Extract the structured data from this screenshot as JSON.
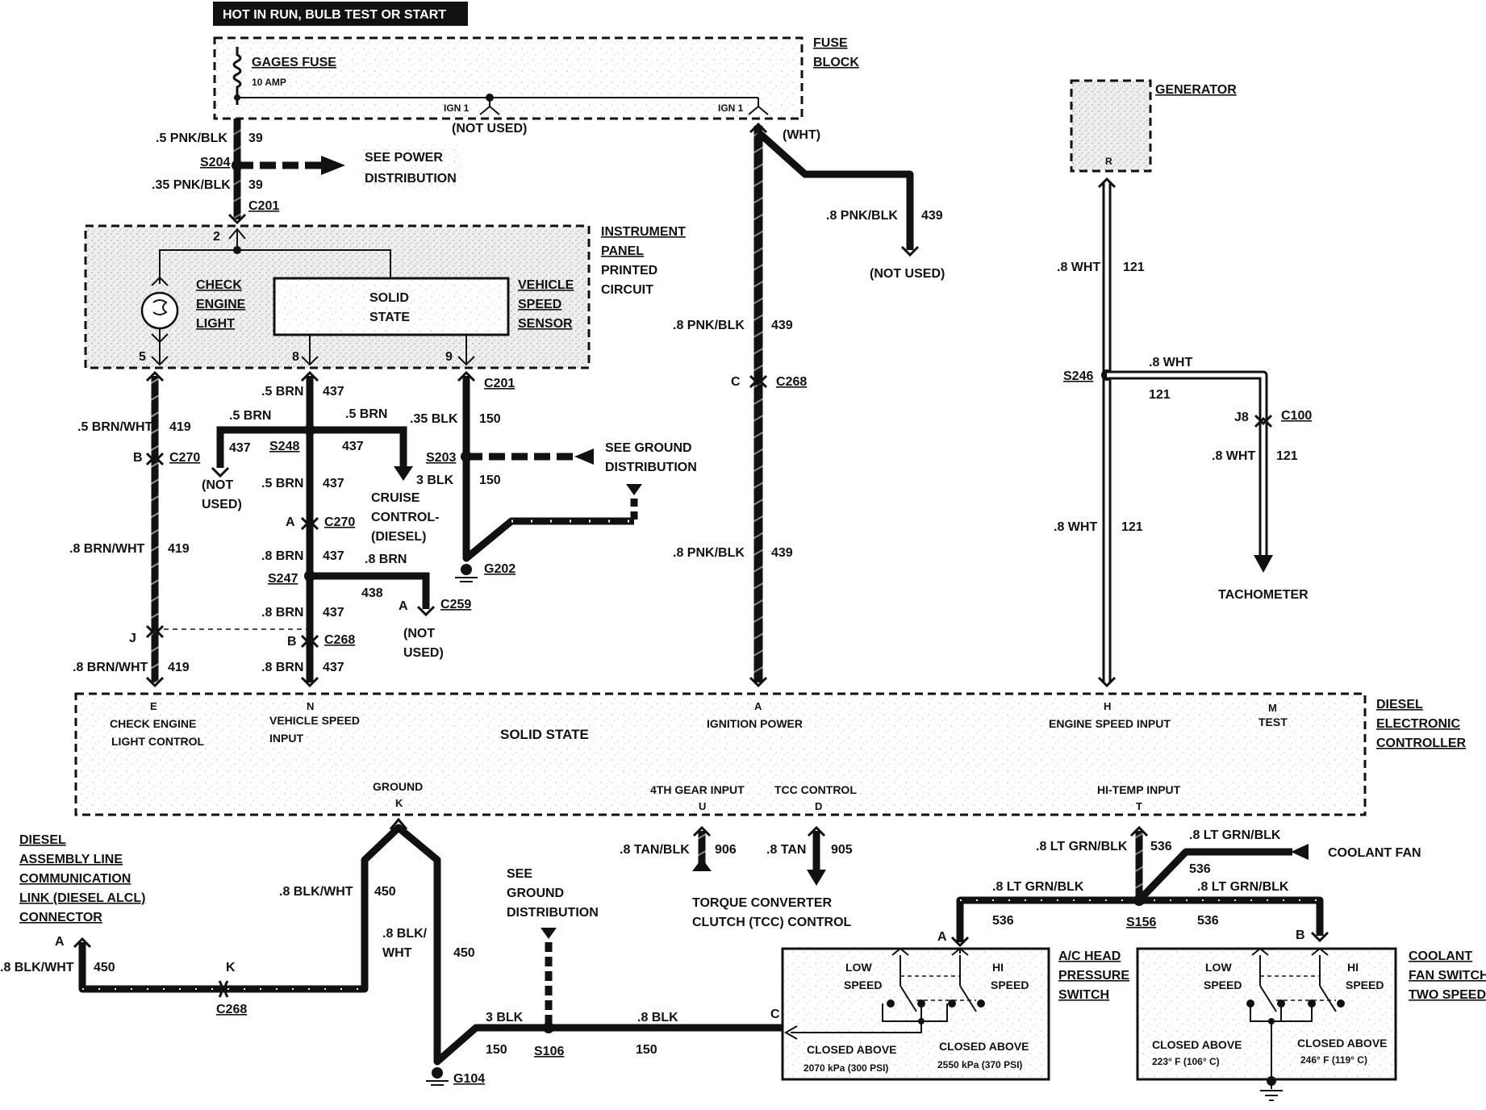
{
  "header": {
    "title": "HOT IN RUN, BULB TEST OR START"
  },
  "fuse_block": {
    "label_1": "FUSE",
    "label_2": "BLOCK",
    "fuse_name": "GAGES FUSE",
    "fuse_rating": "10 AMP",
    "ign1_left": "IGN 1",
    "ign1_right": "IGN 1",
    "not_used": "(NOT USED)"
  },
  "power_wires": {
    "w1": ".5 PNK/BLK",
    "c1": "39",
    "splice": "S204",
    "w2": ".35 PNK/BLK",
    "c2": "39",
    "connector": "C201",
    "see_power_1": "SEE POWER",
    "see_power_2": "DISTRIBUTION"
  },
  "ipc": {
    "label_1": "INSTRUMENT",
    "label_2": "PANEL",
    "label_3": "PRINTED",
    "label_4": "CIRCUIT",
    "pin2": "2",
    "pin5": "5",
    "pin8": "8",
    "pin9": "9",
    "check_1": "CHECK",
    "check_2": "ENGINE",
    "check_3": "LIGHT",
    "solid_1": "SOLID",
    "solid_2": "STATE",
    "vss_1": "VEHICLE",
    "vss_2": "SPEED",
    "vss_3": "SENSOR"
  },
  "left_circuit": {
    "w1": ".5 BRN/WHT",
    "c1": "419",
    "pin_b": "B",
    "conn": "C270",
    "w2": ".8 BRN/WHT",
    "c2": "419",
    "pin_j": "J",
    "w3": ".8 BRN/WHT",
    "c3": "419"
  },
  "vss_circuit": {
    "w1": ".5 BRN",
    "c1": "437",
    "w_left": ".5 BRN",
    "w_right": ".5 BRN",
    "c_left": "437",
    "splice": "S248",
    "c_right": "437",
    "not_used_1": "(NOT",
    "not_used_2": "USED)",
    "cruise_1": "CRUISE",
    "cruise_2": "CONTROL-",
    "cruise_3": "(DIESEL)",
    "w2": ".5 BRN",
    "c2": "437",
    "pin_a": "A",
    "conn_a": "C270",
    "w3": ".8 BRN",
    "c3": "437",
    "w_branch": ".8 BRN",
    "splice2": "S247",
    "c_branch": "438",
    "pin_a2": "A",
    "conn_c259": "C259",
    "not_used2_1": "(NOT",
    "not_used2_2": "USED)",
    "w4": ".8 BRN",
    "c4": "437",
    "pin_b": "B",
    "conn_c268": "C268",
    "w5": ".8 BRN",
    "c5": "437"
  },
  "ground_circuit": {
    "conn": "C201",
    "w1": ".35 BLK",
    "c1": "150",
    "splice": "S203",
    "w2": "3 BLK",
    "c2": "150",
    "ground": "G202",
    "see_ground_1": "SEE GROUND",
    "see_ground_2": "DISTRIBUTION"
  },
  "ign_circuit": {
    "wht": "(WHT)",
    "w_branch": ".8 PNK/BLK",
    "c_branch": "439",
    "not_used": "(NOT USED)",
    "w1": ".8 PNK/BLK",
    "c1": "439",
    "pin_c": "C",
    "conn": "C268",
    "w2": ".8 PNK/BLK",
    "c2": "439"
  },
  "generator": {
    "label": "GENERATOR",
    "pin": "R",
    "w1": ".8 WHT",
    "c1": "121",
    "splice": "S246",
    "w_branch": ".8 WHT",
    "c_branch": "121",
    "pin_j8": "J8",
    "conn": "C100",
    "w2": ".8 WHT",
    "c2": "121",
    "w3": ".8 WHT",
    "c3": "121",
    "tach": "TACHOMETER"
  },
  "controller": {
    "label_1": "DIESEL",
    "label_2": "ELECTRONIC",
    "label_3": "CONTROLLER",
    "solid_state": "SOLID STATE",
    "pin_e": "E",
    "e_1": "CHECK ENGINE",
    "e_2": "LIGHT CONTROL",
    "pin_n": "N",
    "n_1": "VEHICLE SPEED",
    "n_2": "INPUT",
    "pin_a": "A",
    "a_1": "IGNITION POWER",
    "pin_h": "H",
    "h_1": "ENGINE SPEED INPUT",
    "pin_m": "M",
    "m_1": "TEST",
    "pin_k": "K",
    "k_1": "GROUND",
    "pin_u": "U",
    "u_1": "4TH GEAR INPUT",
    "pin_d": "D",
    "d_1": "TCC CONTROL",
    "pin_t": "T",
    "t_1": "HI-TEMP INPUT"
  },
  "bottom": {
    "alcl_1": "DIESEL",
    "alcl_2": "ASSEMBLY LINE",
    "alcl_3": "COMMUNICATION",
    "alcl_4": "LINK (DIESEL ALCL)",
    "alcl_5": "CONNECTOR",
    "alcl_pin": "A",
    "w_alcl": ".8 BLK/WHT",
    "c_alcl": "450",
    "pin_k": "K",
    "conn_c268": "C268",
    "w_gnd1": ".8 BLK/WHT",
    "c_gnd1": "450",
    "w_gnd2a": ".8 BLK/",
    "w_gnd2b": "WHT",
    "c_gnd2": "450",
    "w_3blk": "3 BLK",
    "c_3blk": "150",
    "splice_s106": "S106",
    "ground_g104": "G104",
    "w_8blk": ".8 BLK",
    "c_8blk": "150",
    "see_gnd_1": "SEE",
    "see_gnd_2": "GROUND",
    "see_gnd_3": "DISTRIBUTION",
    "w_906": ".8 TAN/BLK",
    "c_906": "906",
    "w_905": ".8 TAN",
    "c_905": "905",
    "tcc_1": "TORQUE CONVERTER",
    "tcc_2": "CLUTCH (TCC) CONTROL",
    "w_536a": ".8 LT GRN/BLK",
    "c_536a": "536",
    "w_536b": ".8 LT GRN/BLK",
    "c_536b": "536",
    "coolant_fan": "COOLANT FAN",
    "w_536c": ".8 LT GRN/BLK",
    "c_536c": "536",
    "splice_s156": "S156",
    "w_536d": ".8 LT GRN/BLK",
    "c_536d": "536",
    "pin_a": "A",
    "pin_b": "B",
    "pin_c": "C",
    "ac_1": "A/C HEAD",
    "ac_2": "PRESSURE",
    "ac_3": "SWITCH",
    "ac_low_1": "LOW",
    "ac_low_2": "SPEED",
    "ac_hi_1": "HI",
    "ac_hi_2": "SPEED",
    "ac_c1_1": "CLOSED ABOVE",
    "ac_c1_2": "2070 kPa (300 PSI)",
    "ac_c2_1": "CLOSED ABOVE",
    "ac_c2_2": "2550 kPa (370 PSI)",
    "cf_1": "COOLANT",
    "cf_2": "FAN SWITCH",
    "cf_3": "TWO SPEED",
    "cf_low_1": "LOW",
    "cf_low_2": "SPEED",
    "cf_hi_1": "HI",
    "cf_hi_2": "SPEED",
    "cf_c1_1": "CLOSED ABOVE",
    "cf_c1_2": "223° F (106° C)",
    "cf_c2_1": "CLOSED ABOVE",
    "cf_c2_2": "246° F (119° C)"
  }
}
